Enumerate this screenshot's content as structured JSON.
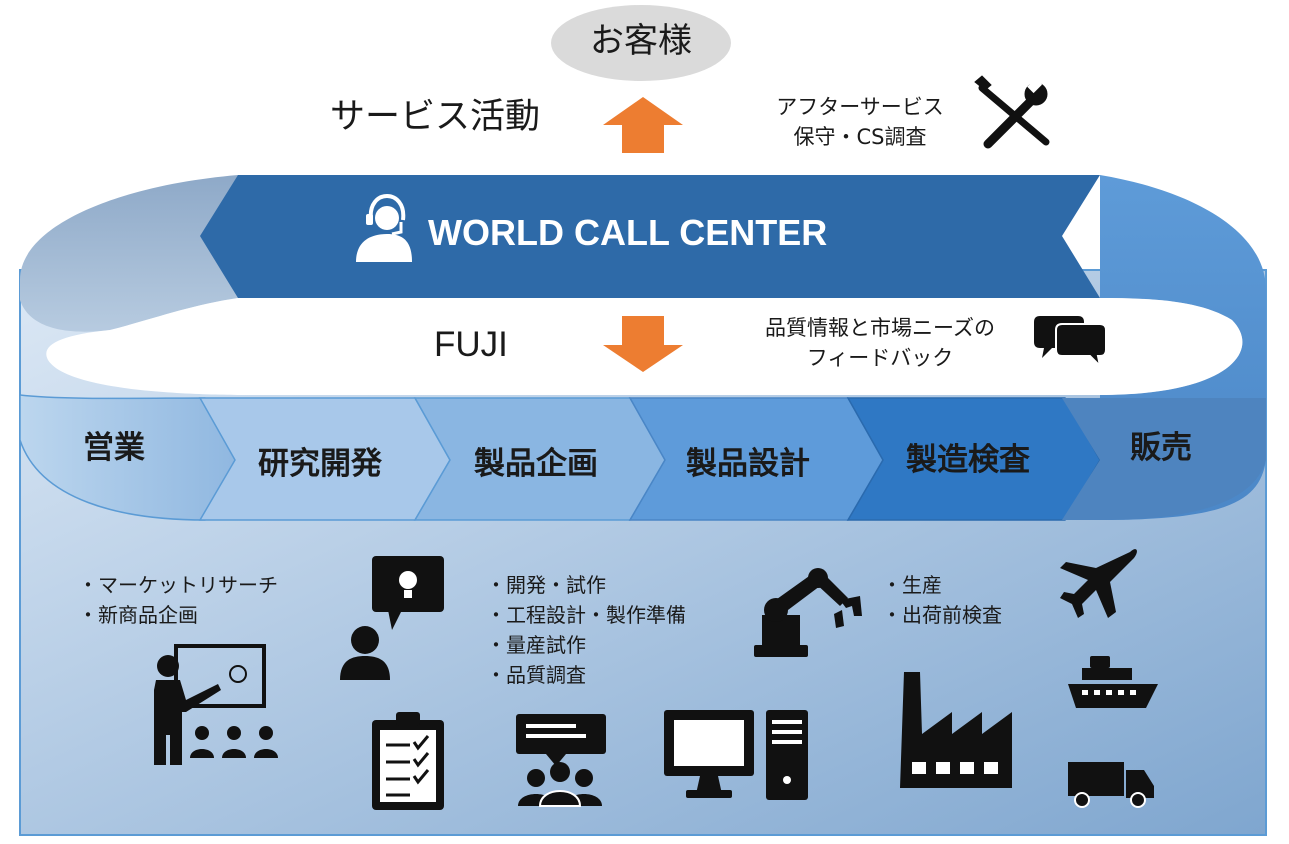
{
  "customer": "お客様",
  "service_activity": "サービス活動",
  "after_service": {
    "line1": "アフターサービス",
    "line2": "保守・CS調査"
  },
  "call_center": "WORLD CALL CENTER",
  "company": "FUJI",
  "feedback": {
    "line1": "品質情報と市場ニーズの",
    "line2": "フィードバック"
  },
  "steps": [
    "営業",
    "研究開発",
    "製品企画",
    "製品設計",
    "製造検査",
    "販売"
  ],
  "bullets": {
    "sales": [
      "・マーケットリサーチ",
      "・新商品企画"
    ],
    "development": [
      "・開発・試作",
      "・工程設計・製作準備",
      "・量産試作",
      "・品質調査"
    ],
    "manufacturing": [
      "・生産",
      "・出荷前検査"
    ]
  },
  "colors": {
    "arrow_orange": "#ED7D31",
    "banner_blue": "#2E6AA8",
    "dark_navy": "#1F4E79",
    "light_blue": "#BDD7EE",
    "mid_blue": "#9DC3E6",
    "accent_blue": "#5B9BD5"
  },
  "icons": [
    "operator-headset-icon",
    "wrench-screwdriver-icon",
    "chat-bubbles-icon",
    "presentation-icon",
    "idea-person-icon",
    "clipboard-checklist-icon",
    "meeting-group-icon",
    "robot-arm-icon",
    "computer-icon",
    "factory-icon",
    "airplane-icon",
    "ship-icon",
    "truck-icon"
  ]
}
